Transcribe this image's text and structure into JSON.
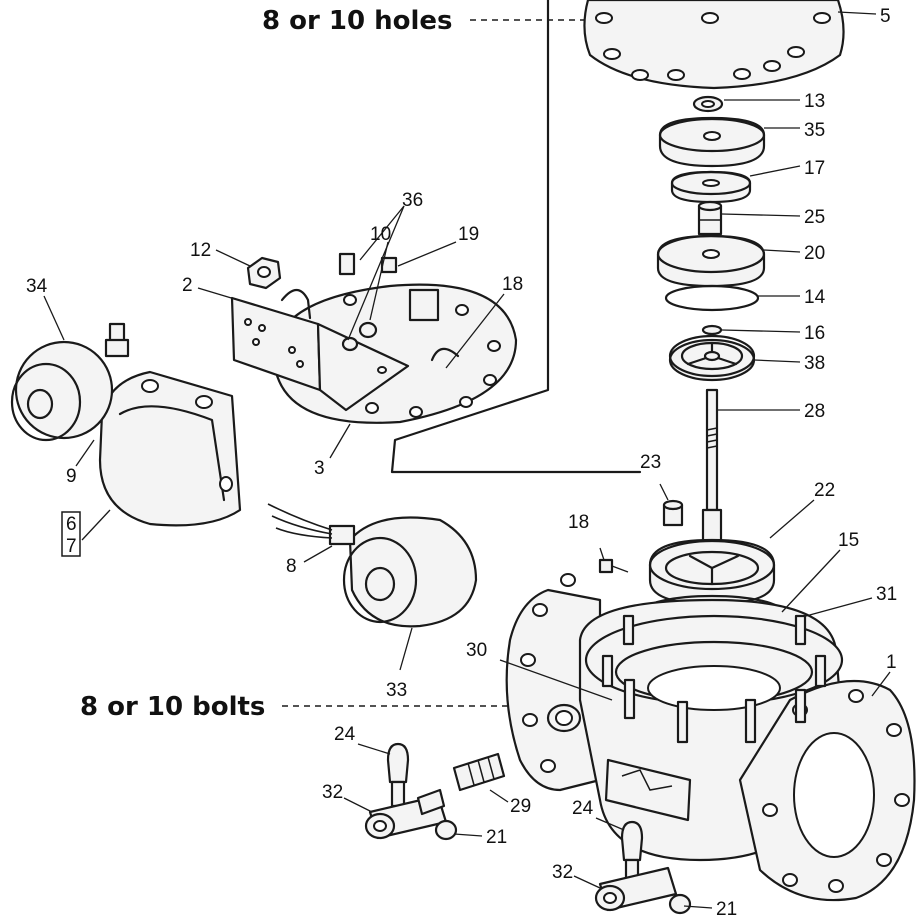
{
  "callouts": {
    "holes_note": "8 or 10 holes",
    "bolts_note": "8 or 10 bolts"
  },
  "labels": {
    "p1": "1",
    "p2": "2",
    "p3": "3",
    "p5": "5",
    "p6": "6",
    "p7": "7",
    "p8": "8",
    "p9": "9",
    "p10": "10",
    "p12": "12",
    "p13": "13",
    "p14": "14",
    "p15": "15",
    "p16": "16",
    "p17": "17",
    "p18a": "18",
    "p18b": "18",
    "p19": "19",
    "p20": "20",
    "p21a": "21",
    "p21b": "21",
    "p22": "22",
    "p23": "23",
    "p24a": "24",
    "p24b": "24",
    "p25": "25",
    "p28": "28",
    "p29": "29",
    "p30": "30",
    "p31": "31",
    "p32a": "32",
    "p32b": "32",
    "p33": "33",
    "p34": "34",
    "p35": "35",
    "p36": "36",
    "p38": "38"
  }
}
